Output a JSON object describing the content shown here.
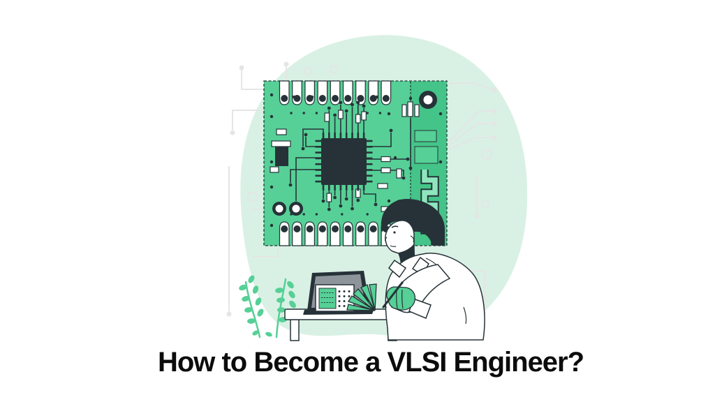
{
  "title": {
    "text": "How to Become a VLSI Engineer?"
  },
  "illustration": {
    "alt": "Engineer working on a green printed circuit board illustration with laptop, test instrument and plant",
    "elements": [
      "circuit-board",
      "microchip",
      "mounting-hole",
      "antenna-trace",
      "engineer",
      "laptop",
      "test-instrument",
      "soldering-pen",
      "heatsink-fan",
      "potted-plant",
      "background-circuit-traces"
    ]
  },
  "colors": {
    "background": "#ffffff",
    "ink": "#263238",
    "green_main": "#56d096",
    "green_dark": "#44c488",
    "green_light": "#8ee6bd",
    "blob": "#d9f1e4",
    "trace": "#e3e6e4",
    "screen_gray": "#8d959b",
    "title_text": "#0c0c0c"
  }
}
